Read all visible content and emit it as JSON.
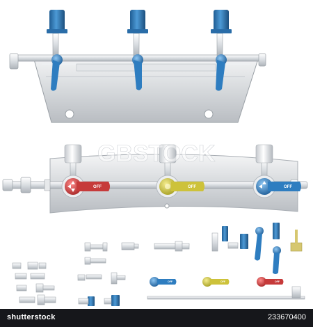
{
  "image": {
    "watermark": "GBSTOCK",
    "stopcock_label": "OFF",
    "footer": {
      "brand": "shutterstock",
      "image_id": "233670400"
    }
  },
  "colors": {
    "blue": "#2e7dc0",
    "red": "#c63a3a",
    "yellow": "#cdc23a",
    "gray_metal": "#cfd2d6",
    "footer": "#16171b"
  }
}
